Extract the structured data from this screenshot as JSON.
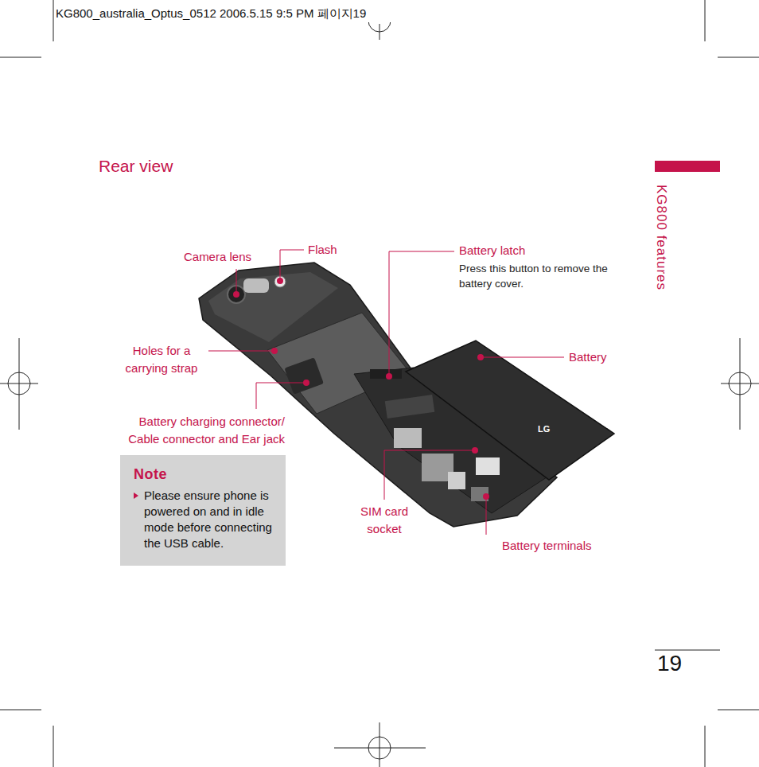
{
  "diagram": {
    "title": "Rear view",
    "nodes": [
      {
        "text": [
          "Note",
          "Please ensure phone is powered on and in idle mode before connecting the USB cable."
        ]
      }
    ],
    "labels": [
      "KG800_australia_Optus_0512 2006.5.15 9:5 PM 페이지19",
      "KG800 features",
      "19",
      "Camera lens",
      "Flash",
      "Battery latch",
      "Press this button to remove the battery cover.",
      "Holes for a carrying strap",
      "Battery charging connector/ Cable connector and Ear jack",
      "SIM card socket",
      "Battery",
      "Battery terminals",
      "LG"
    ]
  }
}
